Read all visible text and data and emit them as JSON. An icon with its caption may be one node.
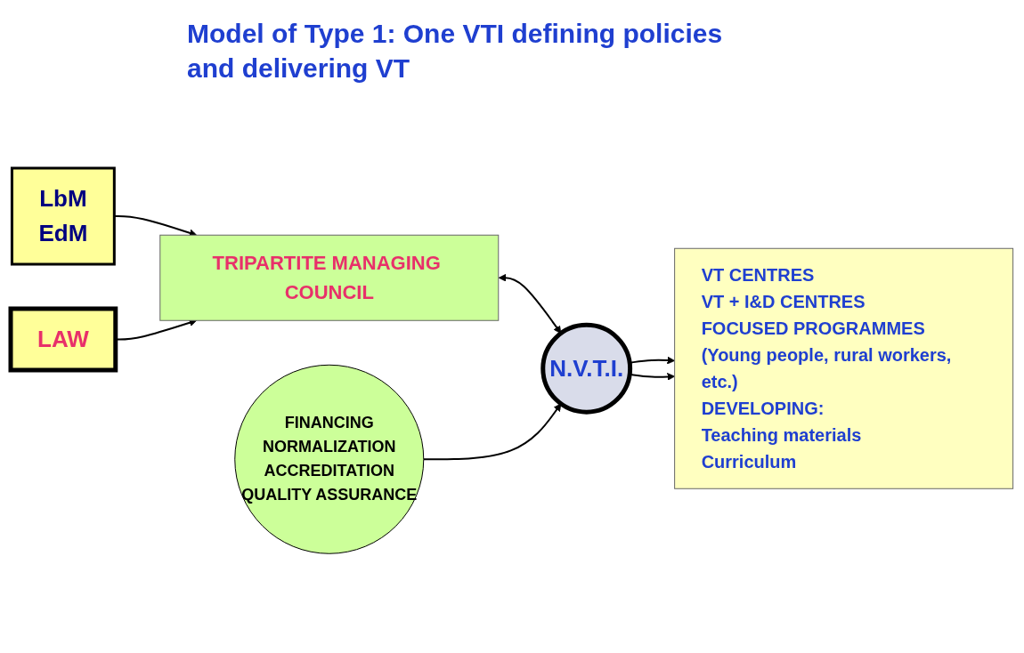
{
  "diagram": {
    "title": "Model of Type 1: One VTI defining policies and delivering VT",
    "nodes": [
      {
        "text": [
          "LbM",
          "EdM"
        ]
      },
      {
        "text": [
          "LAW"
        ]
      },
      {
        "text": [
          "TRIPARTITE MANAGING COUNCIL"
        ]
      },
      {
        "text": [
          "N.V.T.I."
        ]
      },
      {
        "text": [
          "FINANCING",
          "NORMALIZATION",
          "ACCREDITATION",
          "QUALITY ASSURANCE"
        ]
      },
      {
        "text": [
          "VT CENTRES",
          "VT + I&D CENTRES",
          "FOCUSED PROGRAMMES (Young people, rural workers, etc.)",
          "DEVELOPING:",
          "Teaching materials",
          "Curriculum"
        ]
      }
    ],
    "edges": [
      {
        "from": 0,
        "to": 2,
        "arrow": "to"
      },
      {
        "from": 1,
        "to": 2,
        "arrow": "to"
      },
      {
        "from": 2,
        "to": 3,
        "arrow": "both"
      },
      {
        "from": 4,
        "to": 3,
        "arrow": "to"
      },
      {
        "from": 3,
        "to": 5,
        "arrow": "to"
      },
      {
        "from": 3,
        "to": 5,
        "arrow": "to"
      }
    ]
  }
}
